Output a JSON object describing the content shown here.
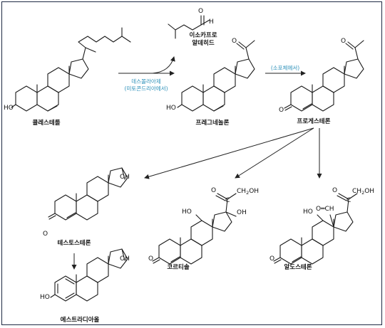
{
  "compounds": {
    "cholesterol": "콜레스테롤",
    "isocaproaldehyde_line1": "이소카프로",
    "isocaproaldehyde_line2": "알데히드",
    "pregnenolone": "프레그네놀론",
    "progesterone": "프로게스테론",
    "testosterone": "테스토스테론",
    "cortisol": "코르티솔",
    "aldosterone": "알도스테론",
    "estradiol": "에스트라디아올"
  },
  "enzymes": {
    "desmolase_line1": "데스몰라아제",
    "desmolase_line2": "(미토콘드리아에서)",
    "microsome": "(소포체에서)"
  },
  "atoms": {
    "ho": "HO",
    "oh": "OH",
    "o": "O",
    "h": "H",
    "c": "C",
    "ch2oh": "CH₂OH",
    "ch2oh_main": "CH",
    "ch2oh_sub": "2",
    "ch2oh_tail": "OH",
    "aldehyde_o": "O═CH"
  },
  "colors": {
    "enzyme": "#2a8fb8",
    "frame": "#1f2a44"
  }
}
